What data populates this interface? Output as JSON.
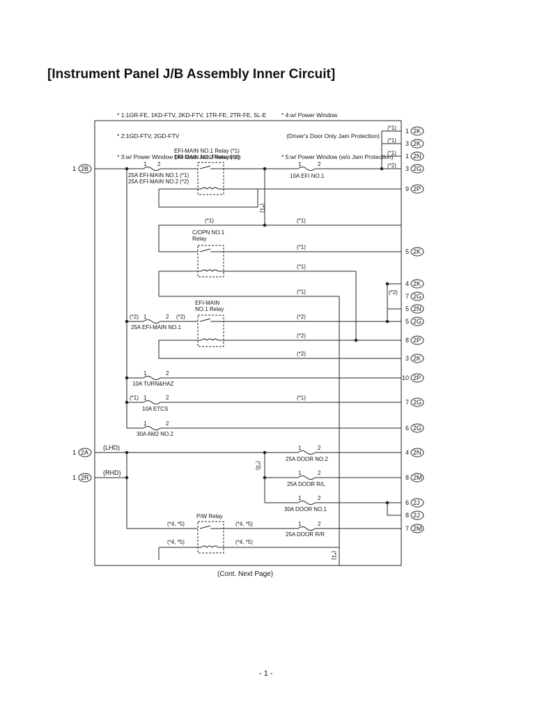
{
  "title": "[Instrument Panel J/B Assembly Inner Circuit]",
  "notes_left": [
    "* 1:1GR-FE, 1KD-FTV, 2KD-FTV, 1TR-FE, 2TR-FE, 5L-E",
    "* 2:1GD-FTV, 2GD-FTV",
    "* 3:w/ Power Window (All Door Jam Protection)"
  ],
  "notes_right": [
    "* 4:w/ Power Window",
    "   (Driver's Door Only Jam Protection)",
    "* 5:w/ Power Window (w/o Jam Protection)"
  ],
  "left_pins": [
    {
      "num": "1",
      "conn": "2B"
    },
    {
      "num": "1",
      "conn": "2A",
      "label": "(LHD)"
    },
    {
      "num": "1",
      "conn": "2R",
      "label": "(RHD)"
    }
  ],
  "right_pins": [
    {
      "num": "1",
      "conn": "2K"
    },
    {
      "num": "3",
      "conn": "2K"
    },
    {
      "num": "1",
      "conn": "2N"
    },
    {
      "num": "3",
      "conn": "2G"
    },
    {
      "num": "9",
      "conn": "2P"
    },
    {
      "num": "5",
      "conn": "2K"
    },
    {
      "num": "4",
      "conn": "2K"
    },
    {
      "num": "7",
      "conn": "2G"
    },
    {
      "num": "5",
      "conn": "2N"
    },
    {
      "num": "5",
      "conn": "2G"
    },
    {
      "num": "8",
      "conn": "2P"
    },
    {
      "num": "3",
      "conn": "2K"
    },
    {
      "num": "10",
      "conn": "2P"
    },
    {
      "num": "7",
      "conn": "2G"
    },
    {
      "num": "6",
      "conn": "2G"
    },
    {
      "num": "4",
      "conn": "2N"
    },
    {
      "num": "8",
      "conn": "2M"
    },
    {
      "num": "6",
      "conn": "2J"
    },
    {
      "num": "8",
      "conn": "2J"
    },
    {
      "num": "7",
      "conn": "2M"
    }
  ],
  "fuses": [
    {
      "label": "25A EFI-MAIN NO.1 (*1)",
      "label2": "25A EFI-MAIN NO.2 (*2)"
    },
    {
      "label": "10A EFI NO.1"
    },
    {
      "label": "25A EFI-MAIN NO.1"
    },
    {
      "label": "10A TURN&HAZ"
    },
    {
      "label": "10A ETCS"
    },
    {
      "label": "30A AM2 NO.2"
    },
    {
      "label": "25A DOOR NO.2"
    },
    {
      "label": "25A DOOR R/L"
    },
    {
      "label": "30A DOOR NO.1"
    },
    {
      "label": "25A DOOR R/R"
    }
  ],
  "relays": [
    {
      "label": "EFI-MAIN NO.1 Relay (*1)",
      "label2": "EFI-MAIN NO.2 Relay (*2)"
    },
    {
      "label": "C/OPN NO.1",
      "label2": "Relay"
    },
    {
      "label": "EFI-MAIN",
      "label2": "NO.1 Relay"
    },
    {
      "label": "P/W Relay"
    }
  ],
  "fuse_pins": [
    "1",
    "2"
  ],
  "tags": {
    "t1": "(*1)",
    "t2": "(*2)",
    "t3": "(*3)",
    "t45": "(*4, *5)"
  },
  "footer": "(Cont. Next Page)",
  "page_number": "- 1 -"
}
